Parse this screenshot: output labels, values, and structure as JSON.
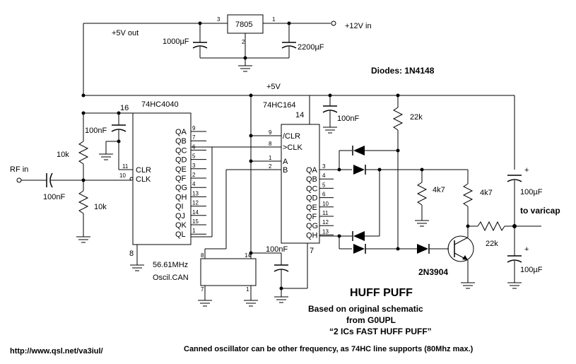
{
  "regulator": {
    "name": "7805",
    "pin_in": "1",
    "pin_out": "3",
    "pin_gnd": "2"
  },
  "supply": {
    "in_label": "+12V in",
    "out_label": "+5V out",
    "rail_label": "+5V"
  },
  "caps": {
    "c_out": "1000µF",
    "c_in": "2200µF",
    "c_4040": "100nF",
    "c_164": "100nF",
    "c_osc": "100nF",
    "c_rf": "100nF",
    "c_v1": "100µF",
    "c_v2": "100µF"
  },
  "resistors": {
    "r1": "10k",
    "r2": "10k",
    "r_pull": "22k",
    "r_4k7a": "4k7",
    "r_4k7b": "4k7",
    "r_out": "22k"
  },
  "ic4040": {
    "name": "74HC4040",
    "vcc_pin": "16",
    "gnd_pin": "8",
    "clr": "CLR",
    "clr_pin": "11",
    "clk": "CLK",
    "clk_pin": "10",
    "outputs": [
      {
        "label": "QA",
        "pin": "9"
      },
      {
        "label": "QB",
        "pin": "7"
      },
      {
        "label": "QC",
        "pin": "6"
      },
      {
        "label": "QD",
        "pin": "5"
      },
      {
        "label": "QE",
        "pin": "3"
      },
      {
        "label": "QF",
        "pin": "2"
      },
      {
        "label": "QG",
        "pin": "4"
      },
      {
        "label": "QH",
        "pin": "13"
      },
      {
        "label": "QI",
        "pin": "12"
      },
      {
        "label": "QJ",
        "pin": "14"
      },
      {
        "label": "QK",
        "pin": "15"
      },
      {
        "label": "QL",
        "pin": "1"
      }
    ]
  },
  "ic164": {
    "name": "74HC164",
    "vcc_pin": "14",
    "gnd_pin": "7",
    "inputs": [
      {
        "label": "/CLR",
        "pin": "9"
      },
      {
        "label": ">CLK",
        "pin": "8"
      },
      {
        "label": "A",
        "pin": "1"
      },
      {
        "label": "B",
        "pin": "2"
      }
    ],
    "outputs": [
      {
        "label": "QA",
        "pin": "3"
      },
      {
        "label": "QB",
        "pin": "4"
      },
      {
        "label": "QC",
        "pin": "5"
      },
      {
        "label": "QD",
        "pin": "6"
      },
      {
        "label": "QE",
        "pin": "10"
      },
      {
        "label": "QF",
        "pin": "11"
      },
      {
        "label": "QG",
        "pin": "12"
      },
      {
        "label": "QH",
        "pin": "13"
      }
    ]
  },
  "oscillator": {
    "freq": "56.61MHz",
    "name": "Oscil.CAN",
    "pin_out": "8",
    "pin_vcc": "14",
    "pin_gnd1": "7",
    "pin_gnd2": "1"
  },
  "labels": {
    "rf_in": "RF in",
    "diodes": "Diodes: 1N4148",
    "to_varicap": "to varicap",
    "transistor": "2N3904",
    "plus1": "+",
    "plus2": "+"
  },
  "notes": {
    "title": "HUFF PUFF",
    "line1": "Based on original schematic",
    "line2": "from G0UPL",
    "line3": "“2 ICs FAST HUFF PUFF”",
    "url": "http://www.qsl.net/va3iul/",
    "footer": "Canned oscillator can be other frequency, as 74HC line supports (80Mhz max.)"
  }
}
